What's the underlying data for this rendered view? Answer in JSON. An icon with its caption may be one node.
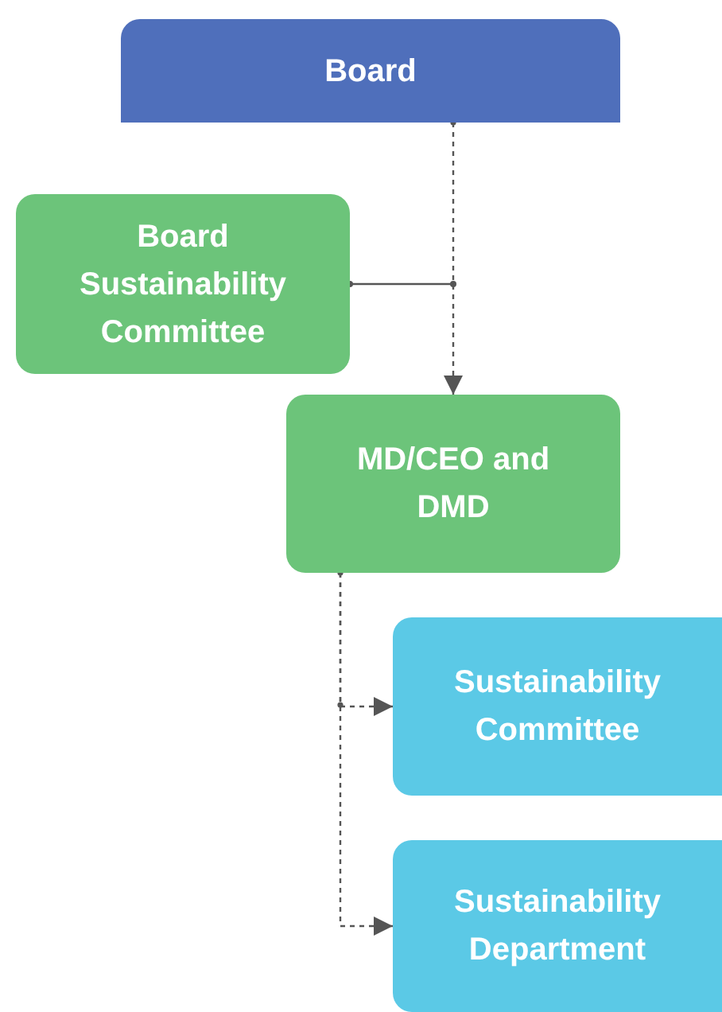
{
  "diagram": {
    "nodes": [
      {
        "text": [
          "Board"
        ]
      },
      {
        "text": [
          "Board Sustainability Committee"
        ]
      },
      {
        "text": [
          "MD/CEO and DMD"
        ]
      },
      {
        "text": [
          "Sustainability Committee"
        ]
      },
      {
        "text": [
          "Sustainability Department"
        ]
      }
    ],
    "edges": [
      {
        "from": 0,
        "to": 2,
        "arrow": "to",
        "style": "dashed"
      },
      {
        "from": 1,
        "to": null,
        "arrow": "other"
      },
      {
        "from": 2,
        "to": 3,
        "arrow": "to",
        "style": "dashed"
      },
      {
        "from": 2,
        "to": 4,
        "arrow": "to",
        "style": "dashed"
      }
    ]
  }
}
